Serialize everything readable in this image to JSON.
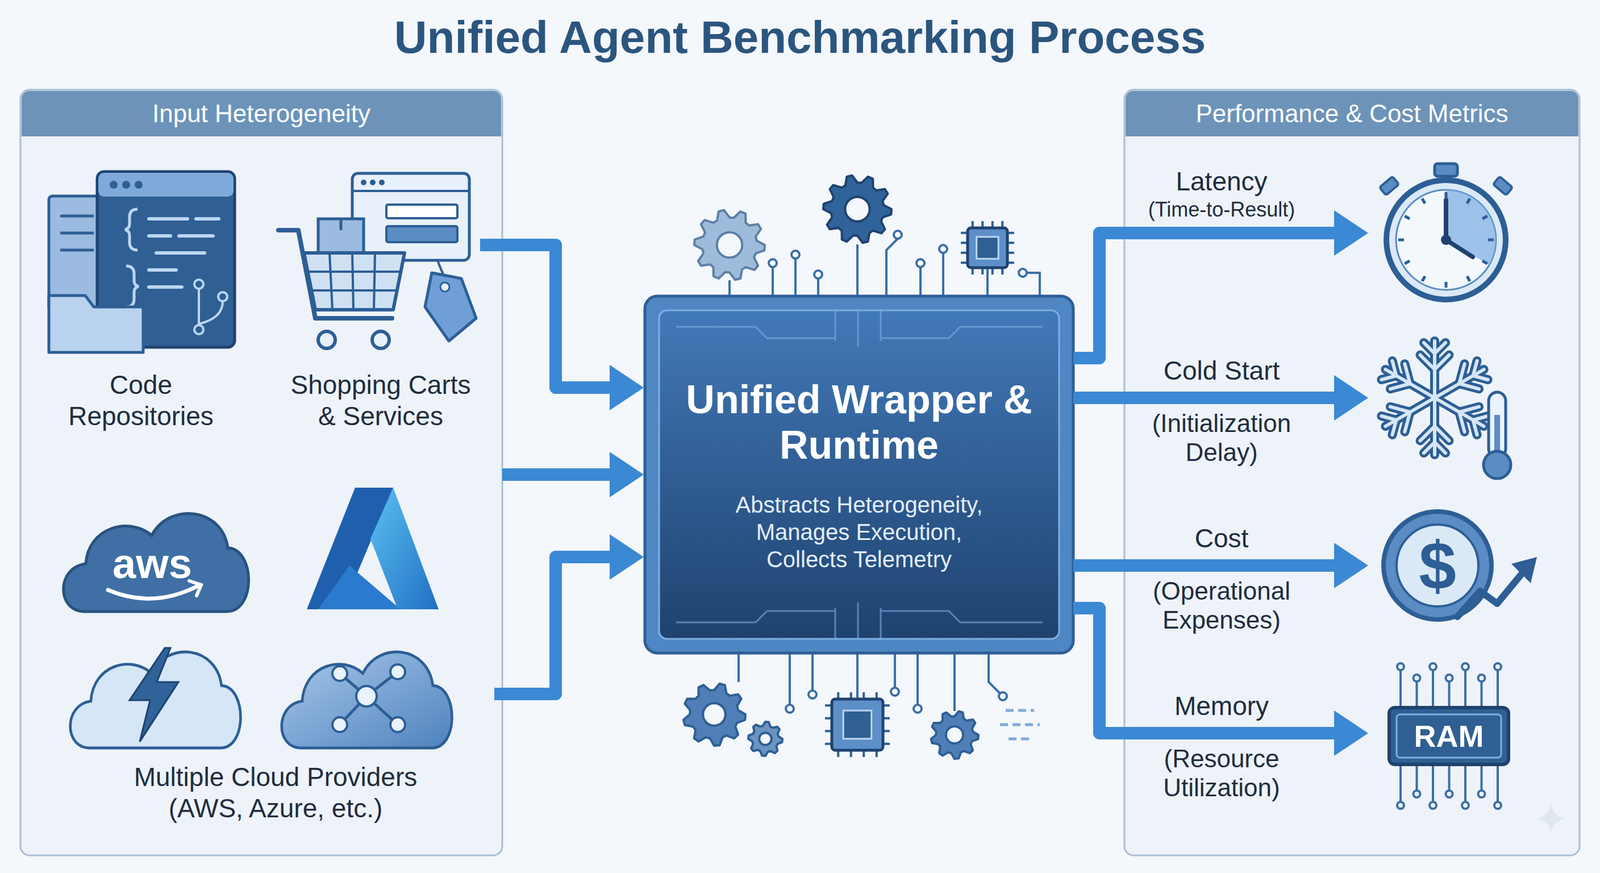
{
  "diagram": {
    "title": "Unified Agent Benchmarking Process",
    "nodes": [
      {
        "text": [
          "Input Heterogeneity"
        ]
      },
      {
        "text": [
          "Code Repositories"
        ],
        "in": 0
      },
      {
        "text": [
          "Shopping Carts & Services"
        ],
        "in": 0
      },
      {
        "text": [
          "Multiple Cloud Providers (AWS, Azure, etc.)"
        ],
        "in": 0
      },
      {
        "text": [
          "Unified Wrapper & Runtime",
          "Abstracts Heterogeneity, Manages Execution, Collects Telemetry"
        ]
      },
      {
        "text": [
          "Performance & Cost Metrics"
        ]
      },
      {
        "text": [
          "Latency",
          "(Time-to-Result)"
        ],
        "in": 5
      },
      {
        "text": [
          "Cold Start",
          "(Initialization Delay)"
        ],
        "in": 5
      },
      {
        "text": [
          "Cost",
          "(Operational Expenses)"
        ],
        "in": 5
      },
      {
        "text": [
          "Memory",
          "(Resource Utilization)"
        ],
        "in": 5
      }
    ],
    "edges": [
      {
        "from": 2,
        "to": 4,
        "arrow": "to"
      },
      {
        "from": 0,
        "to": 4,
        "arrow": "to"
      },
      {
        "from": 3,
        "to": 4,
        "arrow": "to"
      },
      {
        "from": 4,
        "to": 6,
        "arrow": "to"
      },
      {
        "from": 4,
        "to": 7,
        "arrow": "to"
      },
      {
        "from": 4,
        "to": 8,
        "arrow": "to"
      },
      {
        "from": 4,
        "to": 9,
        "arrow": "to"
      }
    ],
    "labels": [
      "aws",
      "$",
      "RAM"
    ]
  }
}
